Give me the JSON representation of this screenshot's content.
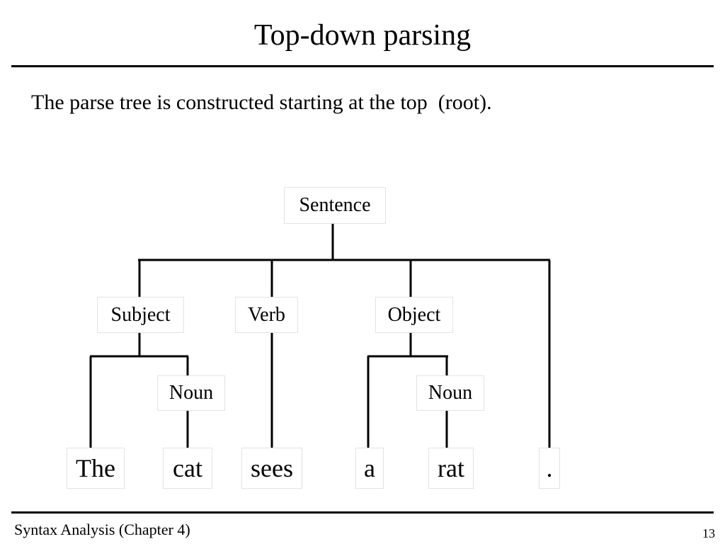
{
  "slide": {
    "title": "Top-down parsing",
    "intro": "The parse tree is constructed starting at the top  (root)."
  },
  "tree": {
    "nodes": {
      "sentence": "Sentence",
      "subject": "Subject",
      "verb": "Verb",
      "object": "Object",
      "noun_subject": "Noun",
      "noun_object": "Noun",
      "the": "The",
      "cat": "cat",
      "sees": "sees",
      "a": "a",
      "rat": "rat",
      "period": "."
    },
    "edges": [
      [
        "sentence",
        "subject"
      ],
      [
        "sentence",
        "verb"
      ],
      [
        "sentence",
        "object"
      ],
      [
        "sentence",
        "period"
      ],
      [
        "subject",
        "the"
      ],
      [
        "subject",
        "noun_subject"
      ],
      [
        "noun_subject",
        "cat"
      ],
      [
        "verb",
        "sees"
      ],
      [
        "object",
        "a"
      ],
      [
        "object",
        "noun_object"
      ],
      [
        "noun_object",
        "rat"
      ]
    ]
  },
  "footer": {
    "title": "Syntax Analysis (Chapter 4)",
    "page_number": "13"
  }
}
